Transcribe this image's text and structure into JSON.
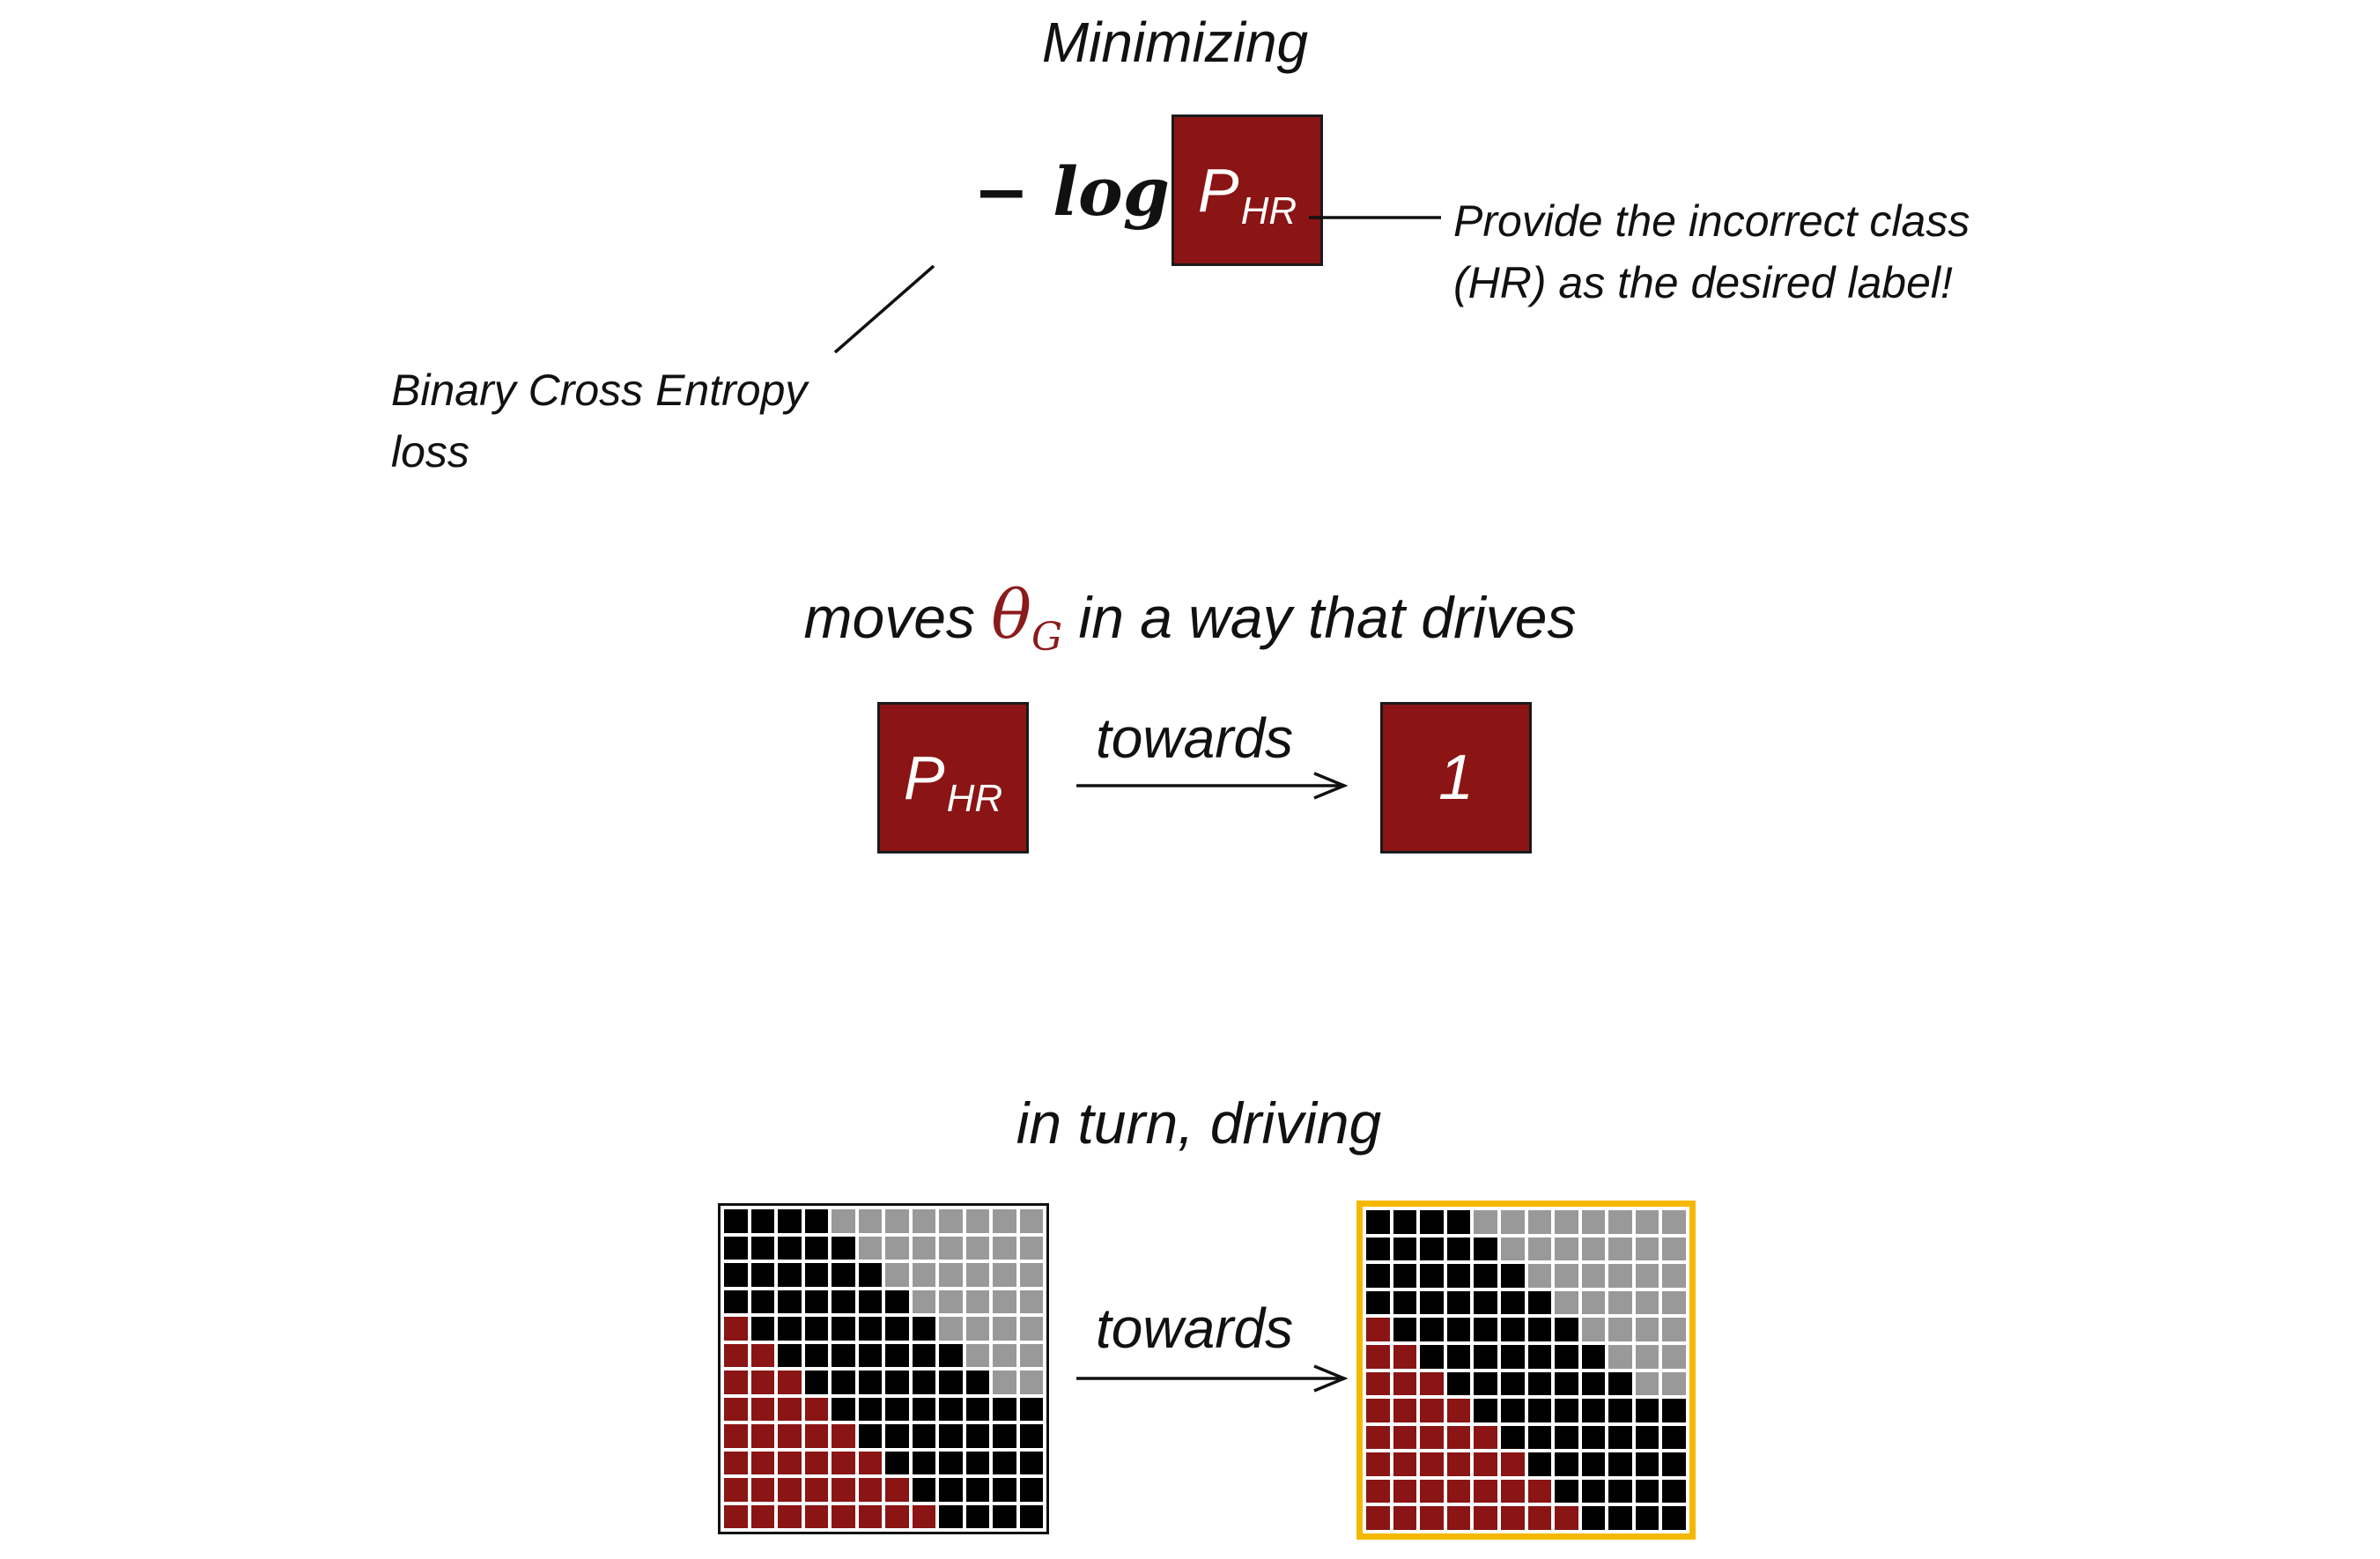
{
  "header": {
    "title": "Minimizing"
  },
  "formula": {
    "neg_log": "− log",
    "prob_symbol": "P",
    "prob_subscript": "HR"
  },
  "annotations": {
    "right": [
      "Provide the incorrect class",
      "(HR) as the desired label!"
    ],
    "left": [
      "Binary Cross Entropy",
      "loss"
    ]
  },
  "step2": {
    "prefix": "moves ",
    "theta": "θ",
    "theta_subscript": "G",
    "suffix": " in a way that drives",
    "from_symbol": "P",
    "from_subscript": "HR",
    "arrow_label": "towards",
    "to_value": "1"
  },
  "step3": {
    "heading": "in turn, driving",
    "arrow_label": "towards"
  },
  "colors": {
    "box_red": "#8b1414",
    "theta_red": "#8b1a1a",
    "highlight_border": "#f5b800",
    "cell_black": "#000000",
    "cell_gray": "#999999",
    "cell_red": "#8b1414"
  },
  "grids": {
    "legend": {
      "k": "black",
      "g": "gray",
      "r": "red"
    },
    "input": [
      "kkkkgggggggg",
      "kkkkkggggggg",
      "kkkkkkgggggg",
      "kkkkkkkggggg",
      "rkkkkkkkgggg",
      "rrkkkkkkkggg",
      "rrrkkkkkkkgg",
      "rrrrkkkkkkkk",
      "rrrrrkkkkkkk",
      "rrrrrrkkkkkk",
      "rrrrrrrkkkkk",
      "rrrrrrrrkkkk"
    ],
    "target": [
      "kkkkgggggggg",
      "kkkkkggggggg",
      "kkkkkkgggggg",
      "kkkkkkkggggg",
      "rkkkkkkkgggg",
      "rrkkkkkkkggg",
      "rrrkkkkkkkgg",
      "rrrrkkkkkkkk",
      "rrrrrkkkkkkk",
      "rrrrrrkkkkkk",
      "rrrrrrrkkkkk",
      "rrrrrrrrkkkk"
    ]
  }
}
